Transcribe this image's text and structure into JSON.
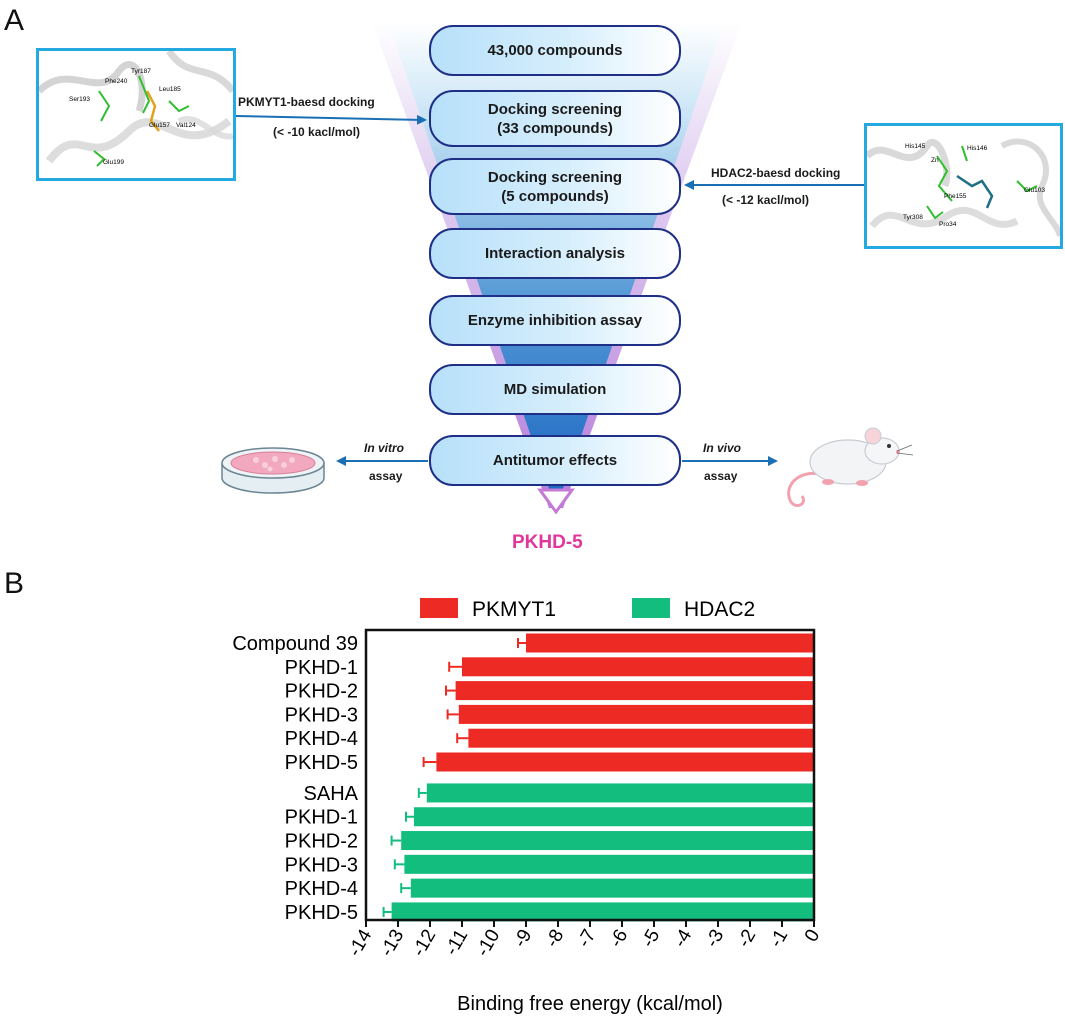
{
  "panel_a": {
    "letter": "A",
    "steps": [
      {
        "line1": "43,000 compounds",
        "line2": ""
      },
      {
        "line1": "Docking screening",
        "line2": "(33 compounds)"
      },
      {
        "line1": "Docking screening",
        "line2": "(5 compounds)"
      },
      {
        "line1": "Interaction analysis",
        "line2": ""
      },
      {
        "line1": "Enzyme inhibition assay",
        "line2": ""
      },
      {
        "line1": "MD simulation",
        "line2": ""
      },
      {
        "line1": "Antitumor effects",
        "line2": ""
      }
    ],
    "left_docking": {
      "label": "PKMYT1-baesd docking",
      "threshold": "(< -10 kacl/mol)",
      "residues": [
        "Tyr187",
        "Phe240",
        "Ser193",
        "Leu185",
        "Glu157",
        "Val124",
        "Glu199"
      ]
    },
    "right_docking": {
      "label": "HDAC2-baesd docking",
      "threshold": "(< -12 kacl/mol)",
      "residues": [
        "His145",
        "His146",
        "Zn",
        "Phe155",
        "Glu103",
        "Tyr308",
        "Pro34"
      ]
    },
    "in_vitro": {
      "label": "In vitro",
      "sub": "assay"
    },
    "in_vivo": {
      "label": "In vivo",
      "sub": "assay"
    },
    "final_compound": "PKHD-5",
    "colors": {
      "box_border": "#1f2f86",
      "arrow": "#1a6fb5",
      "inset_border": "#24a9e1",
      "final": "#e0379a"
    }
  },
  "panel_b": {
    "letter": "B"
  },
  "chart_data": {
    "type": "bar",
    "orientation": "horizontal",
    "xlabel": "Binding free energy (kcal/mol)",
    "ylabel": "",
    "xlim": [
      -14,
      0
    ],
    "x_ticks": [
      "-14",
      "-13",
      "-12",
      "-11",
      "-10",
      "-9",
      "-8",
      "-7",
      "-6",
      "-5",
      "-4",
      "-3",
      "-2",
      "-1",
      "0"
    ],
    "legend_position": "top",
    "grid": false,
    "series": [
      {
        "name": "PKMYT1",
        "color": "#ee2a24",
        "categories": [
          "Compound 39",
          "PKHD-1",
          "PKHD-2",
          "PKHD-3",
          "PKHD-4",
          "PKHD-5"
        ],
        "values": [
          -9.0,
          -11.0,
          -11.2,
          -11.1,
          -10.8,
          -11.8
        ],
        "errors": [
          0.25,
          0.4,
          0.3,
          0.35,
          0.35,
          0.4
        ]
      },
      {
        "name": "HDAC2",
        "color": "#12bd7e",
        "categories": [
          "SAHA",
          "PKHD-1",
          "PKHD-2",
          "PKHD-3",
          "PKHD-4",
          "PKHD-5"
        ],
        "values": [
          -12.1,
          -12.5,
          -12.9,
          -12.8,
          -12.6,
          -13.2
        ],
        "errors": [
          0.25,
          0.25,
          0.3,
          0.3,
          0.3,
          0.25
        ]
      }
    ]
  }
}
